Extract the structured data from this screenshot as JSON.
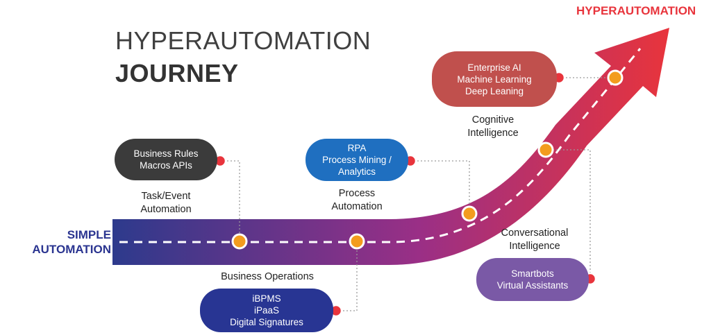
{
  "title": {
    "line1": "HYPERAUTOMATION",
    "line2": "JOURNEY"
  },
  "endpoints": {
    "start_line1": "SIMPLE",
    "start_line2": "AUTOMATION",
    "end": "HYPERAUTOMATION"
  },
  "colors": {
    "road_start": "#2d3a8c",
    "road_mid": "#9a2f86",
    "road_end": "#e8343c",
    "milestone": "#f39c1e",
    "connector_dot": "#e8343c",
    "pill_dark": "#3b3b3b",
    "pill_blue": "#1f6fc0",
    "pill_navy": "#283593",
    "pill_red": "#c0504d",
    "pill_purple": "#7a59a6"
  },
  "stages": {
    "task_event": {
      "line1": "Task/Event",
      "line2": "Automation"
    },
    "process": {
      "line1": "Process",
      "line2": "Automation"
    },
    "cognitive": {
      "line1": "Cognitive",
      "line2": "Intelligence"
    },
    "conversational": {
      "line1": "Conversational",
      "line2": "Intelligence"
    },
    "business_ops": {
      "line1": "Business Operations"
    }
  },
  "capabilities": {
    "business_rules": [
      "Business Rules",
      "Macros APIs"
    ],
    "rpa": [
      "RPA",
      "Process Mining /",
      "Analytics"
    ],
    "enterprise_ai": [
      "Enterprise AI",
      "Machine Learning",
      "Deep Leaning"
    ],
    "ibpms": [
      "iBPMS",
      "iPaaS",
      "Digital Signatures"
    ],
    "smartbots": [
      "Smartbots",
      "Virtual Assistants"
    ]
  }
}
